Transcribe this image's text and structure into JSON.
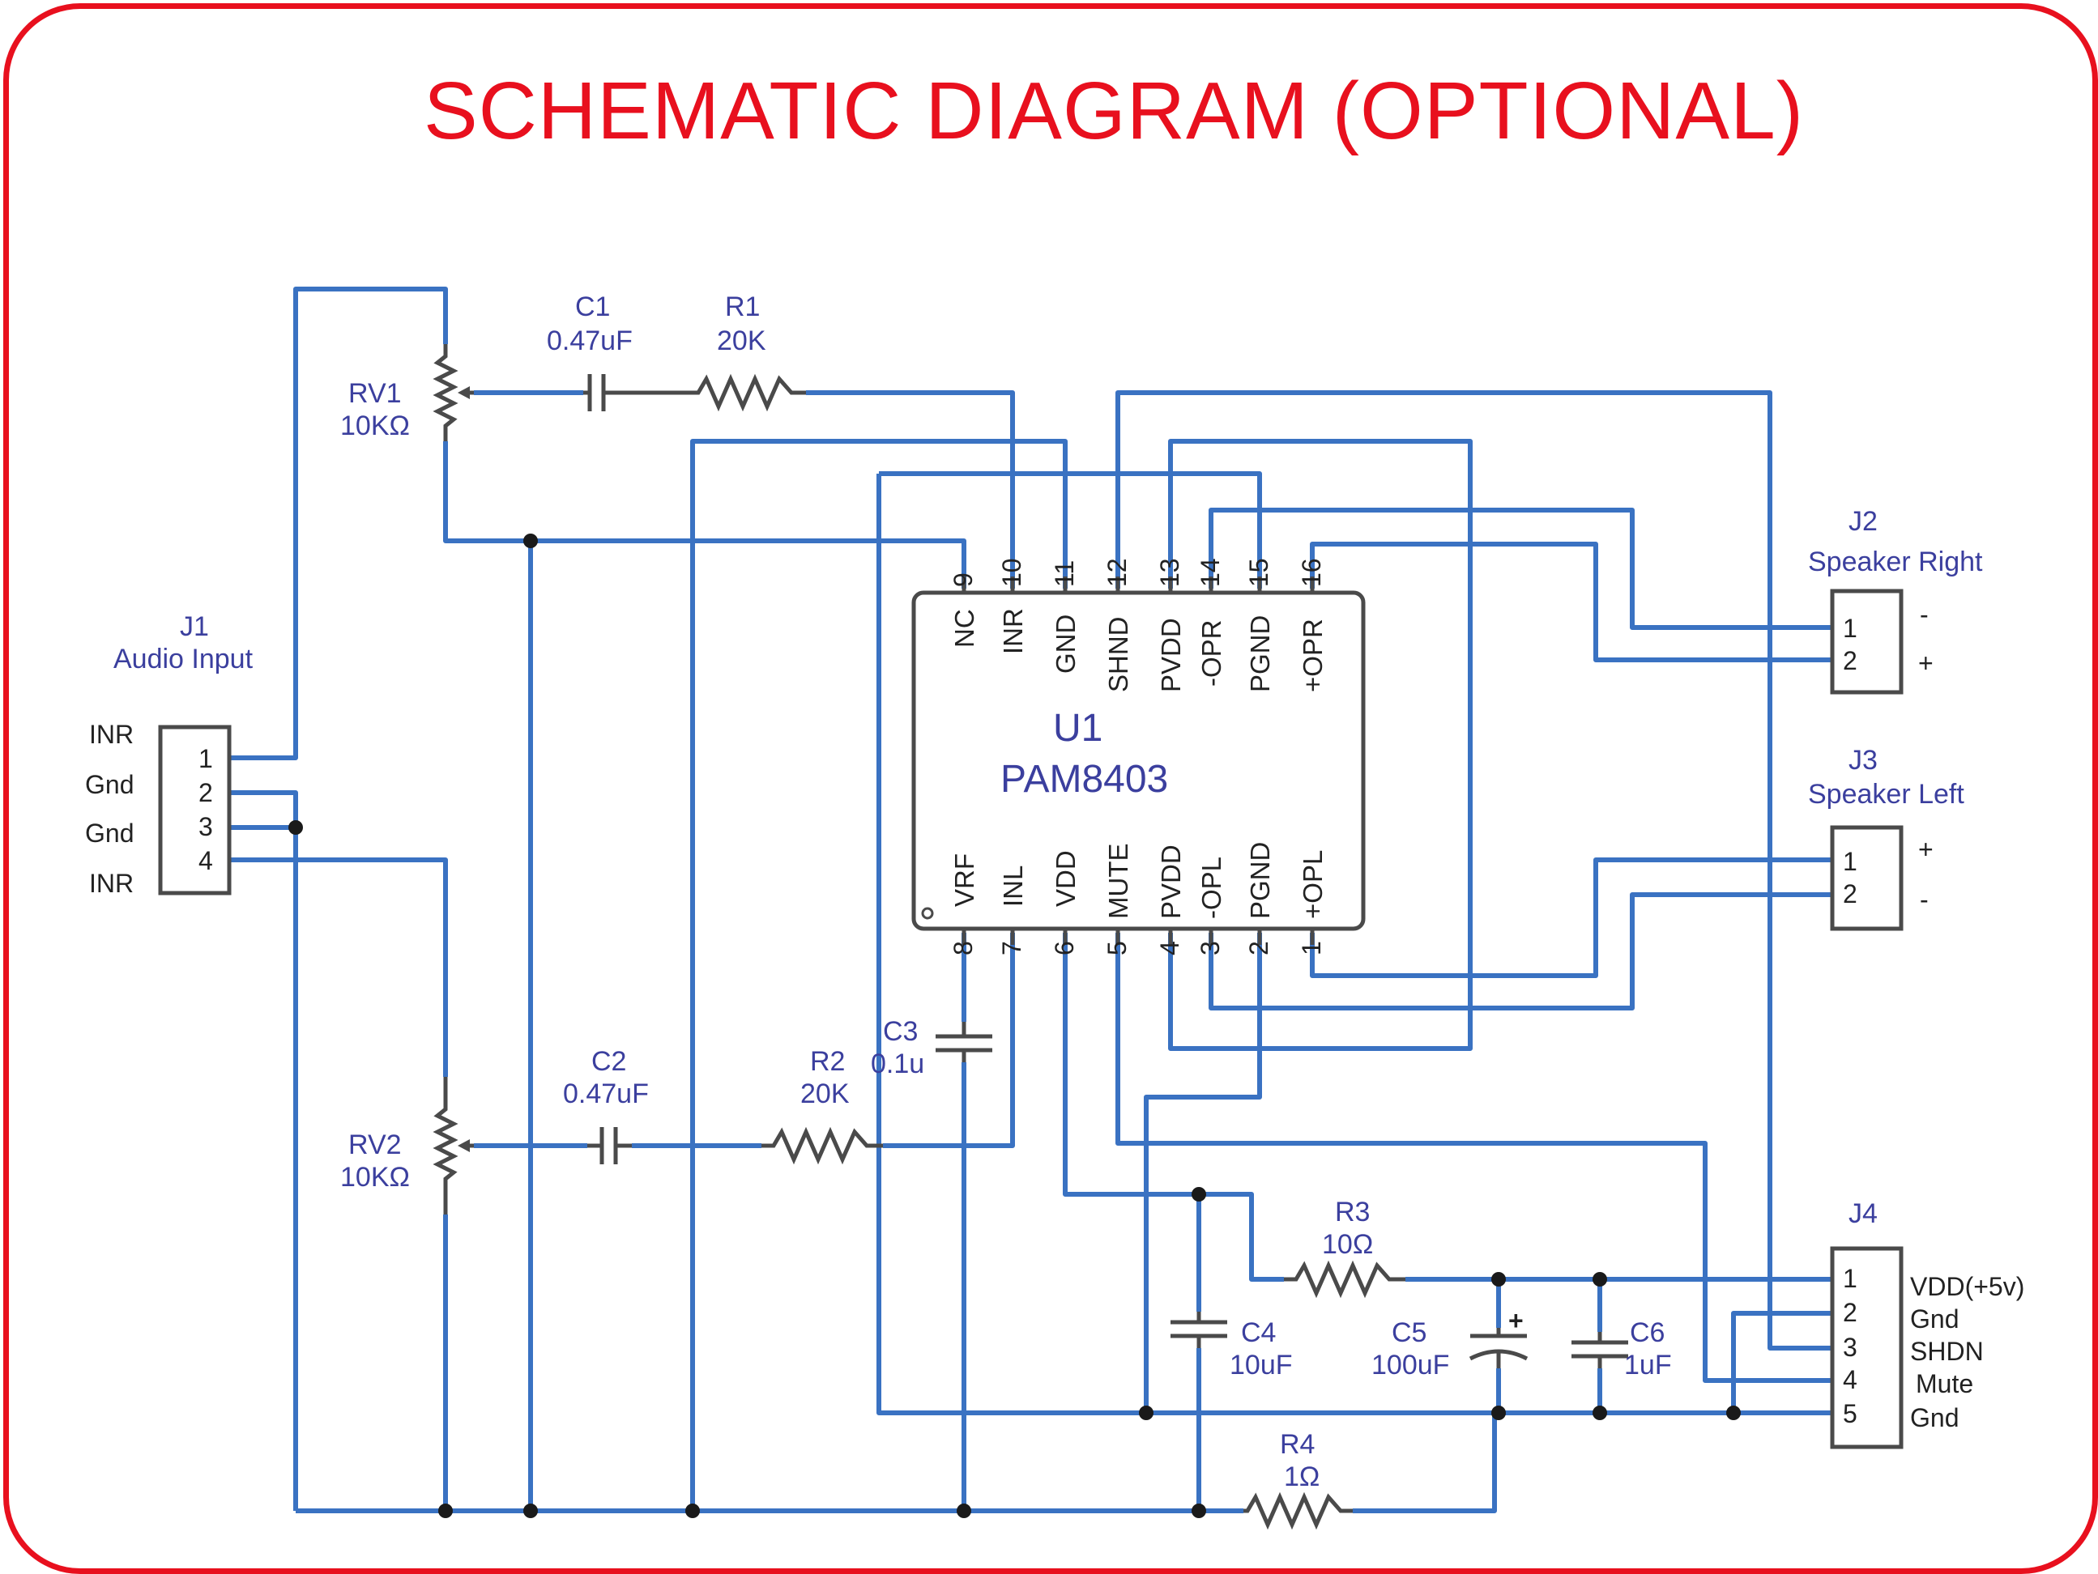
{
  "title": "SCHEMATIC DIAGRAM (OPTIONAL)",
  "components": {
    "j1": {
      "ref": "J1",
      "name": "Audio Input",
      "pins": [
        "1",
        "2",
        "3",
        "4"
      ],
      "pin_labels": [
        "INR",
        "Gnd",
        "Gnd",
        "INR"
      ]
    },
    "j2": {
      "ref": "J2",
      "name": "Speaker Right",
      "pins": [
        "1",
        "2"
      ],
      "polarity": [
        "-",
        "+"
      ]
    },
    "j3": {
      "ref": "J3",
      "name": "Speaker Left",
      "pins": [
        "1",
        "2"
      ],
      "polarity": [
        "+",
        "-"
      ]
    },
    "j4": {
      "ref": "J4",
      "pins": [
        "1",
        "2",
        "3",
        "4",
        "5"
      ],
      "pin_labels": [
        "VDD(+5v)",
        "Gnd",
        "SHDN",
        "Mute",
        "Gnd"
      ]
    },
    "u1": {
      "ref": "U1",
      "part": "PAM8403",
      "top_pin_numbers": [
        "9",
        "10",
        "11",
        "12",
        "13",
        "14",
        "15",
        "16"
      ],
      "top_pin_names": [
        "NC",
        "INR",
        "GND",
        "SHND",
        "PVDD",
        "-OPR",
        "PGND",
        "+OPR"
      ],
      "bottom_pin_numbers": [
        "8",
        "7",
        "6",
        "5",
        "4",
        "3",
        "2",
        "1"
      ],
      "bottom_pin_names": [
        "VRF",
        "INL",
        "VDD",
        "MUTE",
        "PVDD",
        "-OPL",
        "PGND",
        "+OPL"
      ]
    },
    "rv1": {
      "ref": "RV1",
      "value": "10KΩ"
    },
    "rv2": {
      "ref": "RV2",
      "value": "10KΩ"
    },
    "c1": {
      "ref": "C1",
      "value": "0.47uF"
    },
    "c2": {
      "ref": "C2",
      "value": "0.47uF"
    },
    "c3": {
      "ref": "C3",
      "value": "0.1u"
    },
    "c4": {
      "ref": "C4",
      "value": "10uF"
    },
    "c5": {
      "ref": "C5",
      "value": "100uF",
      "polarity": "+"
    },
    "c6": {
      "ref": "C6",
      "value": "1uF"
    },
    "r1": {
      "ref": "R1",
      "value": "20K"
    },
    "r2": {
      "ref": "R2",
      "value": "20K"
    },
    "r3": {
      "ref": "R3",
      "value": "10Ω"
    },
    "r4": {
      "ref": "R4",
      "value": "1Ω"
    }
  },
  "colors": {
    "frame": "#e8101e",
    "wire": "#3a72c2",
    "label": "#3b3f9e",
    "component": "#4a4a4a"
  }
}
